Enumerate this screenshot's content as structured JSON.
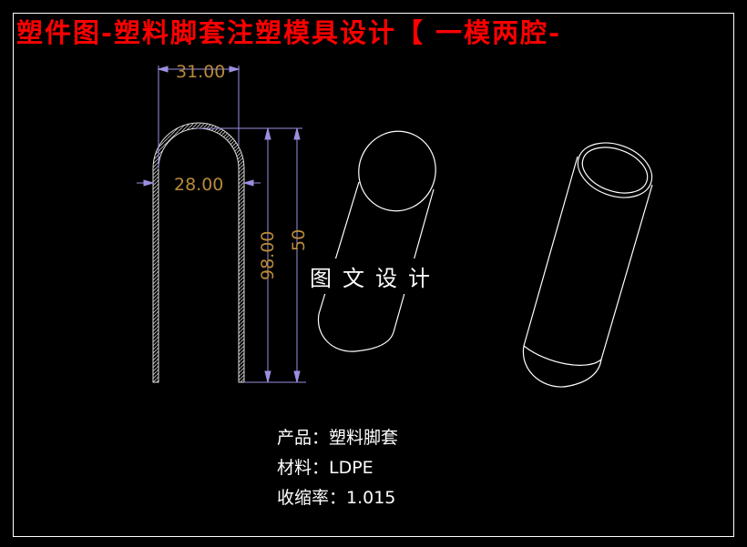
{
  "title": "塑件图-塑料脚套注塑模具设计【 一模两腔-",
  "center_label": "图文设计",
  "dimensions": {
    "top_width": "31.00",
    "inner_width": "28.00",
    "height_total": "98.00",
    "height_partial": "50"
  },
  "info": {
    "product": "产品：塑料脚套",
    "material": "材料：LDPE",
    "shrinkage": "收缩率：1.015"
  },
  "colors": {
    "title": "#ff0000",
    "dimension_line": "#9b8fe0",
    "dimension_text": "#b88a3c",
    "drawing": "#ffffff"
  }
}
